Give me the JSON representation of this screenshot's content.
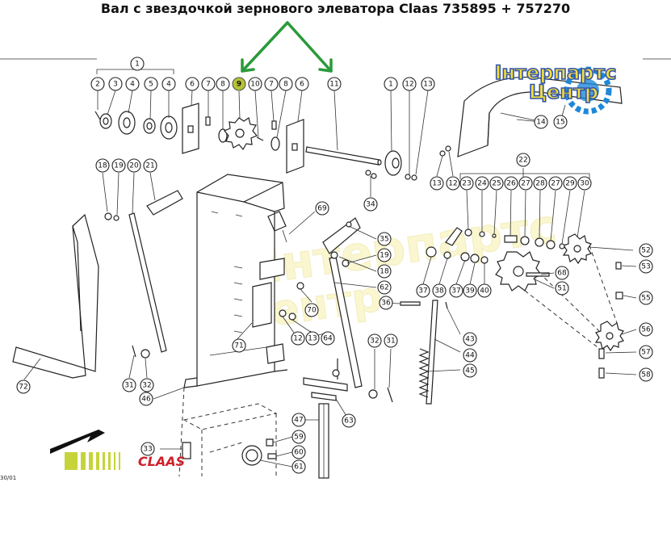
{
  "title": "Вал с звездочкой зернового элеватора Claas 735895 + 757270",
  "logo": {
    "line1": "Інтерпартс",
    "line2": "Центр",
    "colors": {
      "fill": "#f4dd3a",
      "outline": "#3355aa",
      "gear": "#1e88d8"
    }
  },
  "watermark": {
    "line1": "Інтерпартс",
    "line2": "Центр"
  },
  "brand": {
    "name": "CLAAS",
    "color": "#d0202a",
    "stripe_color": "#c6d43a"
  },
  "footnote": "30/01",
  "colors": {
    "arrow": "#2a9a3a",
    "highlight": "#b5c233"
  },
  "callouts": [
    {
      "label": "1"
    },
    {
      "label": "2"
    },
    {
      "label": "3"
    },
    {
      "label": "4"
    },
    {
      "label": "5"
    },
    {
      "label": "4"
    },
    {
      "label": "6"
    },
    {
      "label": "7"
    },
    {
      "label": "8"
    },
    {
      "label": "9",
      "highlight": true
    },
    {
      "label": "10"
    },
    {
      "label": "7"
    },
    {
      "label": "8"
    },
    {
      "label": "6"
    },
    {
      "label": "11"
    },
    {
      "label": "1"
    },
    {
      "label": "12"
    },
    {
      "label": "13"
    },
    {
      "label": "14"
    },
    {
      "label": "15"
    },
    {
      "label": "18"
    },
    {
      "label": "19"
    },
    {
      "label": "20"
    },
    {
      "label": "21"
    },
    {
      "label": "13"
    },
    {
      "label": "12"
    },
    {
      "label": "34"
    },
    {
      "label": "22"
    },
    {
      "label": "23"
    },
    {
      "label": "24"
    },
    {
      "label": "25"
    },
    {
      "label": "26"
    },
    {
      "label": "27"
    },
    {
      "label": "28"
    },
    {
      "label": "27"
    },
    {
      "label": "29"
    },
    {
      "label": "30"
    },
    {
      "label": "69"
    },
    {
      "label": "35"
    },
    {
      "label": "19"
    },
    {
      "label": "18"
    },
    {
      "label": "62"
    },
    {
      "label": "37"
    },
    {
      "label": "38"
    },
    {
      "label": "37"
    },
    {
      "label": "39"
    },
    {
      "label": "40"
    },
    {
      "label": "52"
    },
    {
      "label": "53"
    },
    {
      "label": "68"
    },
    {
      "label": "51"
    },
    {
      "label": "55"
    },
    {
      "label": "70"
    },
    {
      "label": "36"
    },
    {
      "label": "71"
    },
    {
      "label": "12"
    },
    {
      "label": "13"
    },
    {
      "label": "64"
    },
    {
      "label": "43"
    },
    {
      "label": "56"
    },
    {
      "label": "32"
    },
    {
      "label": "31"
    },
    {
      "label": "44"
    },
    {
      "label": "57"
    },
    {
      "label": "45"
    },
    {
      "label": "58"
    },
    {
      "label": "31"
    },
    {
      "label": "32"
    },
    {
      "label": "72"
    },
    {
      "label": "46"
    },
    {
      "label": "63"
    },
    {
      "label": "47"
    },
    {
      "label": "59"
    },
    {
      "label": "33"
    },
    {
      "label": "60"
    },
    {
      "label": "61"
    }
  ]
}
